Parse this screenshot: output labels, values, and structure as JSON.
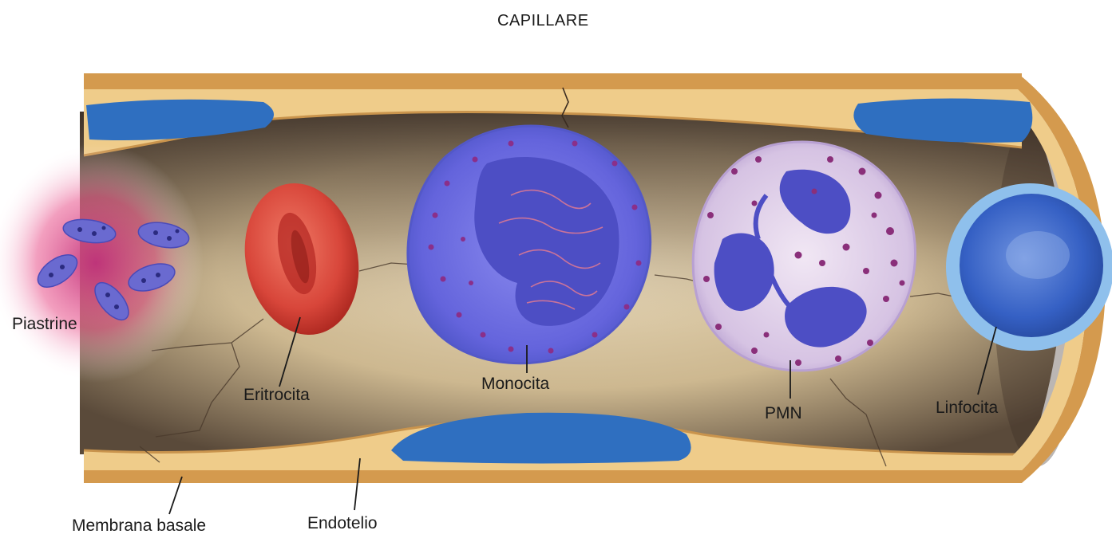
{
  "title": "CAPILLARE",
  "labels": {
    "piastrine": "Piastrine",
    "eritrocita": "Eritrocita",
    "monocita": "Monocita",
    "pmn": "PMN",
    "linfocita": "Linfocita",
    "membrana_basale": "Membrana basale",
    "endotelio": "Endotelio"
  },
  "colors": {
    "vessel_wall": "#e8b870",
    "basal_membrane": "#d49a4e",
    "lumen": "#d9c8a4",
    "endothelial_nucleus": "#2f6fc0",
    "erythrocyte": "#d8483a",
    "monocyte": "#6f6fe0",
    "pmn": "#d9c6e6",
    "pmn_nucleus": "#4d4ec4",
    "lymphocyte": "#3f6fd0",
    "platelet": "#6a6ad0",
    "platelet_glow": "#e0306a"
  }
}
